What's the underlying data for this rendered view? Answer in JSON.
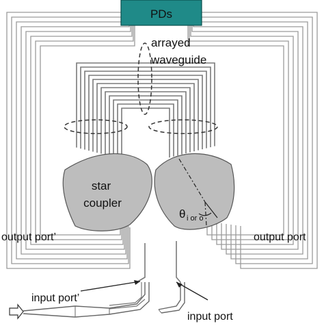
{
  "labels": {
    "pds": "PDs",
    "arrayed_line1": "arrayed",
    "arrayed_line2": "waveguide",
    "star_line1": "star",
    "star_line2": "coupler",
    "theta": "θ",
    "theta_sub": "i or o",
    "output_port_left": "output port’",
    "output_port_right": "output port",
    "input_port_left": "input port’",
    "input_port_right": "input port"
  },
  "colors": {
    "pds_box": "#1f8a88",
    "coupler_fill": "#bdbdbd",
    "waveguide": "#7a7a7a"
  }
}
